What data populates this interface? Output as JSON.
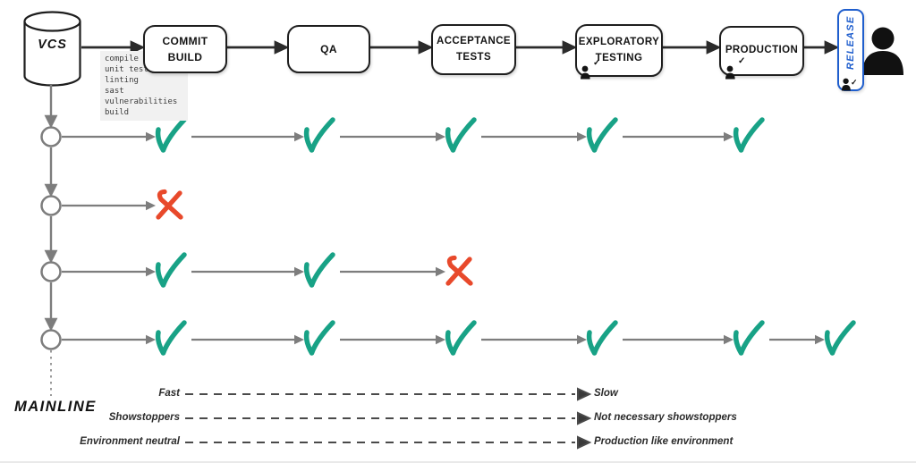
{
  "colors": {
    "pass": "#18a286",
    "fail": "#e8492b",
    "accent_blue": "#1f5ecd",
    "gray": "#7d7d7d",
    "ink": "#1e1e1e"
  },
  "pipeline": {
    "vcs_label": "VCS",
    "stages": [
      {
        "id": "commit-build",
        "label": "COMMIT\nBUILD"
      },
      {
        "id": "qa",
        "label": "QA"
      },
      {
        "id": "acceptance-tests",
        "label": "ACCEPTANCE\nTESTS"
      },
      {
        "id": "exploratory-testing",
        "label": "EXPLORATORY\nTESTING",
        "manual": true
      },
      {
        "id": "production",
        "label": "PRODUCTION",
        "manual": true
      }
    ],
    "release_label": "RELEASE",
    "commit_tasks": [
      "compile",
      "unit test",
      "linting",
      "sast",
      "vulnerabilities",
      "build"
    ]
  },
  "runs": [
    {
      "results": [
        "pass",
        "pass",
        "pass",
        "pass",
        "pass"
      ]
    },
    {
      "results": [
        "fail"
      ]
    },
    {
      "results": [
        "pass",
        "pass",
        "fail"
      ]
    },
    {
      "results": [
        "pass",
        "pass",
        "pass",
        "pass",
        "pass",
        "pass"
      ]
    }
  ],
  "mainline_label": "MAINLINE",
  "legend": {
    "rows": [
      {
        "left": "Fast",
        "right": "Slow"
      },
      {
        "left": "Showstoppers",
        "right": "Not necessary showstoppers"
      },
      {
        "left": "Environment neutral",
        "right": "Production like environment"
      }
    ]
  }
}
